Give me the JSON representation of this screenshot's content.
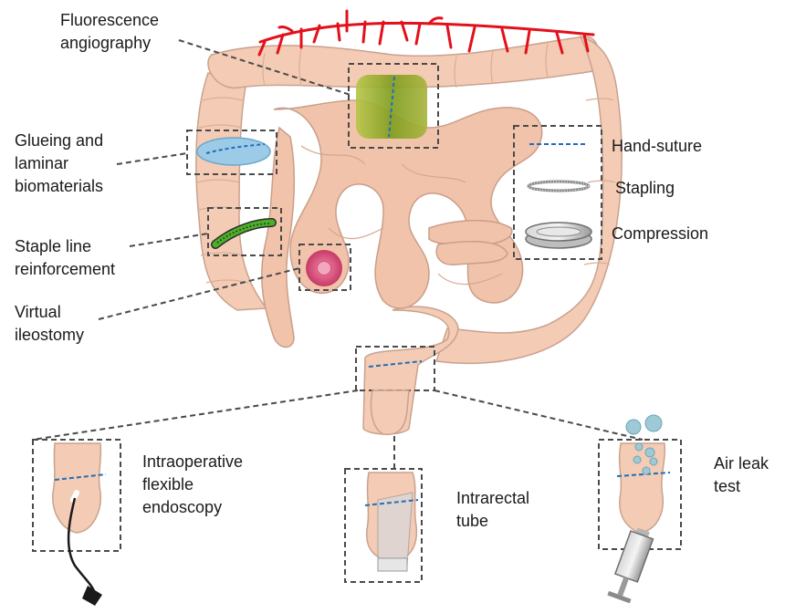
{
  "labels": {
    "fluorescence": "Fluorescence\nangiography",
    "glueing": "Glueing and\nlaminar\nbiomaterials",
    "staple_line": "Staple line\nreinforcement",
    "virtual_ileostomy": "Virtual\nileostomy",
    "hand_suture": "Hand-suture",
    "stapling": "Stapling",
    "compression": "Compression",
    "endoscopy": "Intraoperative\nflexible\nendoscopy",
    "intrarectal_tube": "Intrarectal\ntube",
    "air_leak": "Air leak\ntest"
  },
  "colors": {
    "bowel_fill": "#f4cbb4",
    "bowel_stroke": "#c9a28f",
    "vessel": "#e3101b",
    "suture": "#1f6fb8",
    "fluorescence_green": "#8fae2a",
    "glue_blue": "#9ccbe8",
    "staple_green": "#4caf2a",
    "ileostomy_pink": "#d94f7a",
    "compression_ring": "#9a9a9a",
    "bubble": "#9fc9d6",
    "dash": "#4a4a4a"
  },
  "icons": [
    "endoscope-icon",
    "syringe-icon",
    "air-bubble-icon",
    "compression-ring-icon",
    "staple-ring-icon",
    "stoma-icon"
  ]
}
